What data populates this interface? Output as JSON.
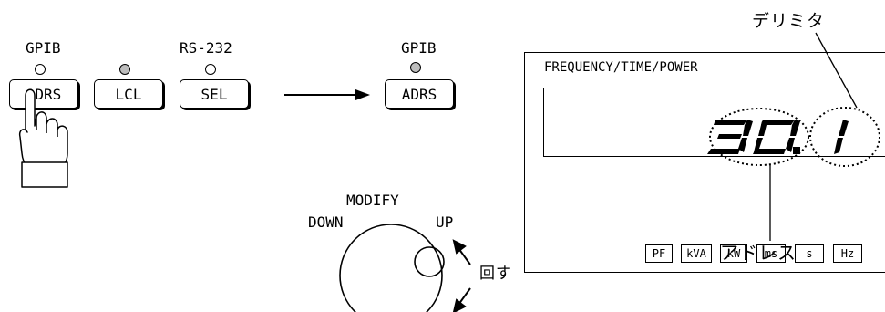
{
  "left_group": {
    "gpib_label": "GPIB",
    "rs232_label": "RS-232",
    "buttons": {
      "adrs": "ADRS",
      "lcl": "LCL",
      "sel": "SEL"
    },
    "leds": {
      "gpib": "off",
      "lcl": "on",
      "rs232": "off"
    }
  },
  "middle_group": {
    "gpib_label": "GPIB",
    "adrs_button": "ADRS",
    "gpib_led": "on"
  },
  "knob": {
    "modify_label": "MODIFY",
    "down_label": "DOWN",
    "up_label": "UP",
    "rotate_label": "回す"
  },
  "display": {
    "panel_title": "FREQUENCY/TIME/POWER",
    "address_digits": "30.",
    "delimiter_digit": "1",
    "units": [
      "PF",
      "kVA",
      "kW",
      "ms",
      "s",
      "Hz"
    ],
    "callout_delimiter": "デリミタ",
    "callout_address": "アドレス"
  },
  "colors": {
    "led_on": "#bdbdbd",
    "line": "#000000",
    "background": "#ffffff"
  }
}
